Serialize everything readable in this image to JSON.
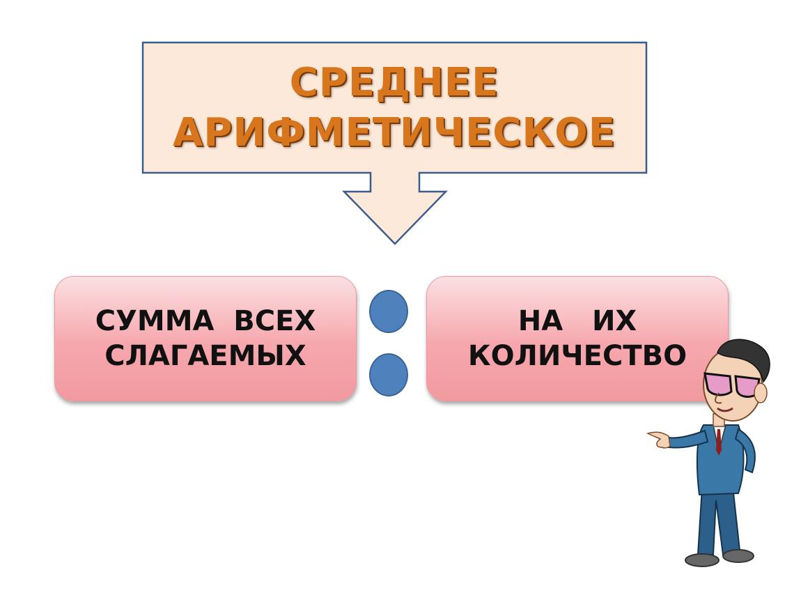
{
  "title": {
    "line1": "СРЕДНЕЕ",
    "line2": "АРИФМЕТИЧЕСКОЕ"
  },
  "left_box": {
    "line1": "СУММА  ВСЕХ",
    "line2": "СЛАГАЕМЫХ"
  },
  "divider_symbol": ":",
  "right_box": {
    "line1": "НА   ИХ",
    "line2": "КОЛИЧЕСТВО"
  },
  "colors": {
    "callout_fill": "#fde9d9",
    "callout_stroke": "#3a5b8c",
    "title_text": "#d8761e",
    "box_fill": "#f6a7ad",
    "dot_fill": "#4f81bd"
  }
}
